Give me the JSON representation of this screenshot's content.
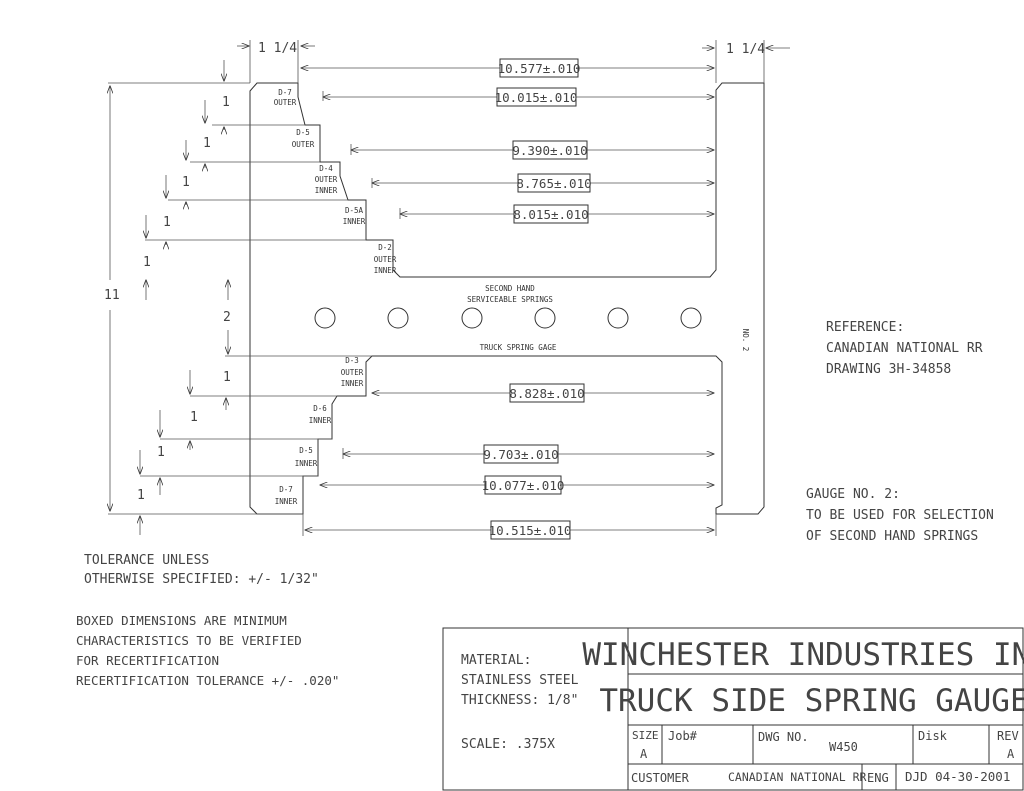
{
  "top_dims": {
    "left_width": "1 1/4",
    "right_width": "1 1/4"
  },
  "overall_height": "11",
  "left_steps": [
    "1",
    "1",
    "1",
    "1",
    "1",
    "2",
    "1",
    "1",
    "1",
    "1"
  ],
  "boxed_dims": {
    "upper": [
      "10.577±.010",
      "10.015±.010",
      "9.390±.010",
      "8.765±.010",
      "8.015±.010"
    ],
    "lower": [
      "8.828±.010",
      "9.703±.010",
      "10.077±.010",
      "10.515±.010"
    ]
  },
  "step_labels": [
    [
      "D-7",
      "OUTER"
    ],
    [
      "D-5",
      "OUTER"
    ],
    [
      "D-4",
      "OUTER",
      "INNER"
    ],
    [
      "D-5A",
      "INNER"
    ],
    [
      "D-2",
      "OUTER",
      "INNER"
    ],
    [
      "D-3",
      "OUTER",
      "INNER"
    ],
    [
      "D-6",
      "INNER"
    ],
    [
      "D-5",
      "INNER"
    ],
    [
      "D-7",
      "INNER"
    ]
  ],
  "center_text": {
    "serviceable": [
      "SECOND HAND",
      "SERVICEABLE SPRINGS"
    ],
    "gauge_label": "TRUCK SPRING GAGE",
    "vertical_no": "NO. 2"
  },
  "reference": [
    "REFERENCE:",
    "CANADIAN NATIONAL RR",
    "DRAWING 3H-34858"
  ],
  "gauge_note": [
    "GAUGE NO. 2:",
    "TO BE USED FOR SELECTION",
    "OF SECOND HAND SPRINGS"
  ],
  "tolerance_note": [
    "TOLERANCE UNLESS",
    "OTHERWISE SPECIFIED:  +/- 1/32\""
  ],
  "boxed_note": [
    "BOXED DIMENSIONS ARE MINIMUM",
    "CHARACTERISTICS TO BE VERIFIED",
    "FOR RECERTIFICATION",
    "RECERTIFICATION TOLERANCE +/- .020\""
  ],
  "material": [
    "MATERIAL:",
    "STAINLESS STEEL",
    "THICKNESS: 1/8\""
  ],
  "scale": "SCALE:  .375X",
  "title_block": {
    "company": "WINCHESTER INDUSTRIES INC.",
    "title": "TRUCK SIDE SPRING GAUGE",
    "size_label": "SIZE",
    "size_value": "A",
    "job_label": "Job#",
    "dwg_label": "DWG NO.",
    "dwg_value": "W450",
    "disk_label": "Disk",
    "rev_label": "REV",
    "rev_value": "A",
    "customer_label": "CUSTOMER",
    "customer_value": "CANADIAN NATIONAL RR",
    "eng_label": "ENG",
    "eng_value": "DJD 04-30-2001"
  }
}
